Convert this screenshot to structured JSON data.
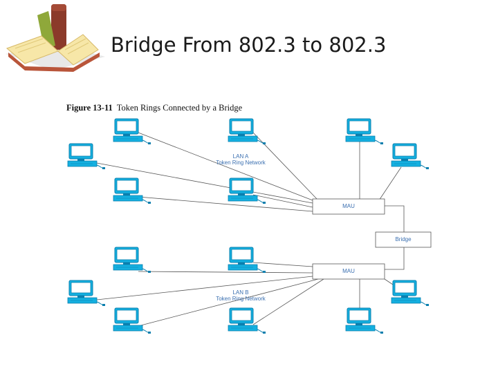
{
  "slide": {
    "title": "Bridge From 802.3 to 802.3"
  },
  "figure": {
    "number": "Figure 13-11",
    "caption": "Token Rings Connected by a Bridge"
  },
  "diagram": {
    "lan_a": {
      "name": "LAN A",
      "type": "Token Ring Network"
    },
    "lan_b": {
      "name": "LAN B",
      "type": "Token Ring Network"
    },
    "mau_top_label": "MAU",
    "mau_bottom_label": "MAU",
    "bridge_label": "Bridge"
  },
  "colors": {
    "computer": "#14b0e0",
    "computer_dark": "#0a7fae",
    "line": "#555555",
    "label": "#3a6fb0"
  },
  "icons": [
    "open-book-icon",
    "computer-icon"
  ]
}
